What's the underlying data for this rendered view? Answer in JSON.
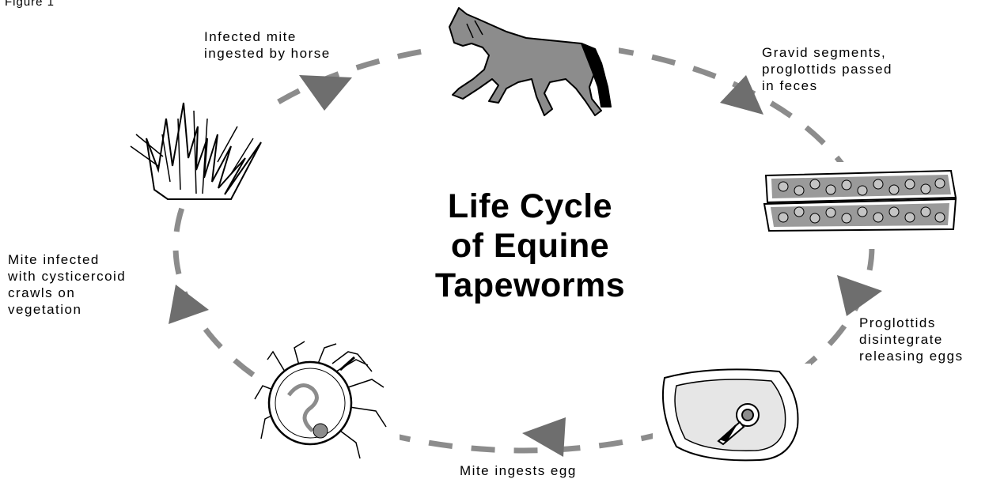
{
  "figure_label": "Figure 1",
  "title": {
    "line1": "Life Cycle",
    "line2": "of Equine",
    "line3": "Tapeworms"
  },
  "stages": {
    "horse_ingests": "Infected mite\ningested by horse",
    "gravid_segments": "Gravid segments,\nproglottids passed\nin feces",
    "disintegrate": "Proglottids\ndisintegrate\nreleasing eggs",
    "mite_ingests": "Mite ingests egg",
    "mite_crawls": "Mite infected\nwith cysticercoid\ncrawls on\nvegetation"
  },
  "colors": {
    "cycle_dash": "#8c8c8c",
    "arrow_fill": "#6e6e6e",
    "horse_fill": "#8c8c8c",
    "segment_fill": "#9a9a9a"
  },
  "icons": [
    "horse-icon",
    "proglottid-segments-icon",
    "egg-icon",
    "mite-icon",
    "grass-icon"
  ]
}
